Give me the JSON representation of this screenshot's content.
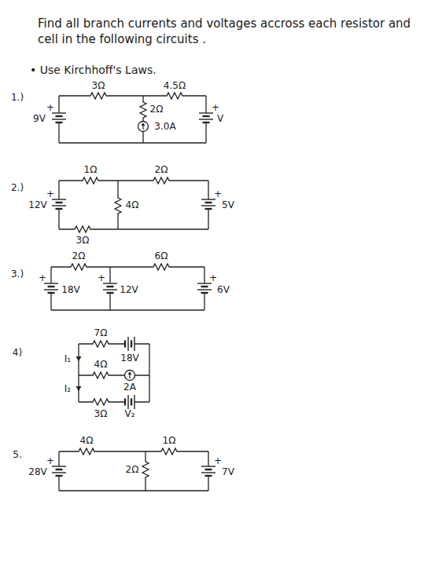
{
  "diagram": {
    "title": "Find all branch currents and voltages accross each resistor and cell in the following circuits .",
    "labels": [
      "• Use Kirchhoff's Laws.",
      "1.)",
      "3Ω",
      "4.5Ω",
      "+",
      "9V",
      "2Ω",
      "3.0A",
      "+",
      "V",
      "2.)",
      "1Ω",
      "2Ω",
      "+",
      "12V",
      "4Ω",
      "+",
      "5V",
      "3Ω",
      "3.)",
      "2Ω",
      "6Ω",
      "+",
      "18V",
      "+",
      "12V",
      "+",
      "6V",
      "4)",
      "7Ω",
      "18V",
      "I₁",
      "4Ω",
      "2A",
      "I₂",
      "3Ω",
      "V₂",
      "5.",
      "4Ω",
      "1Ω",
      "+",
      "28V",
      "2Ω",
      "+",
      "7V"
    ]
  }
}
